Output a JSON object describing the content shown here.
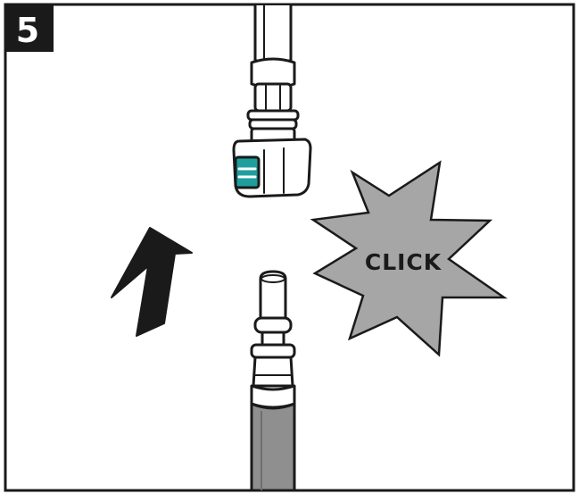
{
  "step": {
    "number": "5"
  },
  "callout": {
    "text": "CLICK"
  },
  "colors": {
    "outline": "#1a1a1a",
    "badge": "#1a1a1a",
    "burst_fill": "#a6a6a6",
    "tube_fill": "#8f8f8f",
    "accent_teal": "#1f9e9e",
    "white": "#ffffff"
  },
  "icons": {
    "arrow": "arrow-up-icon",
    "burst": "starburst-icon",
    "upper_part": "quick-connect-fitting",
    "lower_part": "spigot-tube"
  }
}
